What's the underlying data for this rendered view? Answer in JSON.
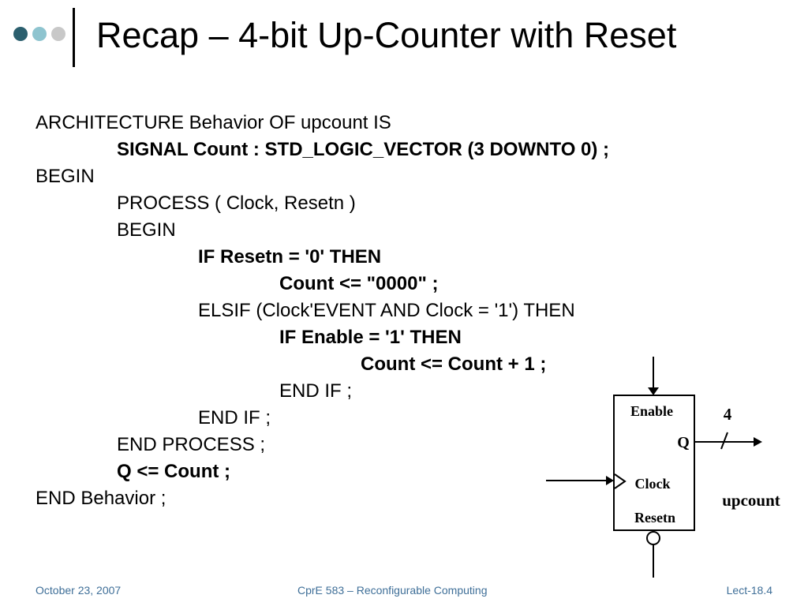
{
  "slide": {
    "title": "Recap – 4-bit Up-Counter with Reset",
    "bullet_dot_colors": [
      "#2b5f6e",
      "#8ec4cf",
      "#c8c8c8"
    ]
  },
  "code_lines": [
    {
      "text": "ARCHITECTURE Behavior OF upcount IS",
      "indent": 0,
      "bold": false
    },
    {
      "text": "SIGNAL Count : STD_LOGIC_VECTOR (3 DOWNTO 0) ;",
      "indent": 1,
      "bold": true
    },
    {
      "text": "BEGIN",
      "indent": 0,
      "bold": false
    },
    {
      "text": "PROCESS ( Clock, Resetn )",
      "indent": 1,
      "bold": false
    },
    {
      "text": "BEGIN",
      "indent": 1,
      "bold": false
    },
    {
      "text": "IF Resetn = '0' THEN",
      "indent": 2,
      "bold": true
    },
    {
      "text": "Count <= \"0000\" ;",
      "indent": 3,
      "bold": true
    },
    {
      "text": "ELSIF (Clock'EVENT AND Clock = '1') THEN",
      "indent": 2,
      "bold": false
    },
    {
      "text": "IF Enable = '1' THEN",
      "indent": 3,
      "bold": true
    },
    {
      "text": "Count <= Count + 1 ;",
      "indent": 4,
      "bold": true
    },
    {
      "text": "END IF ;",
      "indent": 3,
      "bold": false
    },
    {
      "text": "END IF ;",
      "indent": 2,
      "bold": false
    },
    {
      "text": "END PROCESS ;",
      "indent": 1,
      "bold": false
    },
    {
      "text": "Q <= Count ;",
      "indent": 1,
      "bold": true
    },
    {
      "text": "END Behavior ;",
      "indent": 0,
      "bold": false
    }
  ],
  "diagram": {
    "enable_label": "Enable",
    "q_label": "Q",
    "clock_label": "Clock",
    "resetn_label": "Resetn",
    "bus_width": "4",
    "component_name": "upcount"
  },
  "footer": {
    "date": "October 23, 2007",
    "course": "CprE 583 – Reconfigurable Computing",
    "lecture": "Lect-18.4",
    "color": "#3f6f98"
  }
}
